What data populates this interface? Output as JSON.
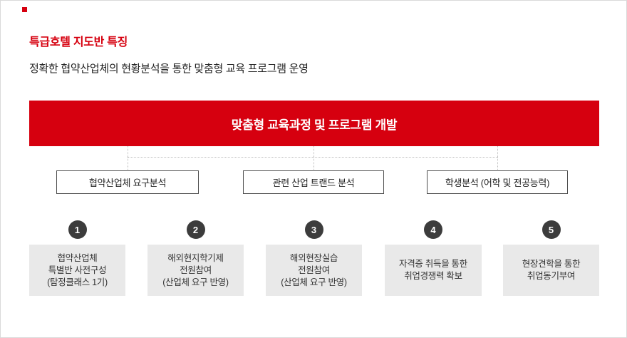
{
  "header": {
    "title": "특급호텔 지도반 특징",
    "subtitle": "정확한 협약산업체의 현황분석을 통한 맞춤형 교육 프로그램 운영"
  },
  "banner": {
    "label": "맞춤형 교육과정 및 프로그램 개발"
  },
  "analysis_boxes": [
    {
      "label": "협약산업체 요구분석"
    },
    {
      "label": "관련 산업 트랜드 분석"
    },
    {
      "label": "학생분석 (어학 및 전공능력)"
    }
  ],
  "steps": [
    {
      "number": "1",
      "lines": [
        "협약산업체",
        "특별반 사전구성",
        "(탐정클래스 1기)"
      ]
    },
    {
      "number": "2",
      "lines": [
        "해외현지학기제",
        "전원참여",
        "(산업체 요구 반영)"
      ]
    },
    {
      "number": "3",
      "lines": [
        "해외현장실습",
        "전원참여",
        "(산업체 요구 반영)"
      ]
    },
    {
      "number": "4",
      "lines": [
        "자격증 취득을 통한",
        "취업경쟁력 확보"
      ]
    },
    {
      "number": "5",
      "lines": [
        "현장견학을 통한",
        "취업동기부여"
      ]
    }
  ],
  "colors": {
    "accent_red": "#d6000f",
    "badge_dark": "#3c3c3c",
    "step_box_gray": "#e9e9e9",
    "analysis_border": "#4d4d4d",
    "connector_gray": "#bdbdbd",
    "frame_border": "#d9d9d9"
  }
}
